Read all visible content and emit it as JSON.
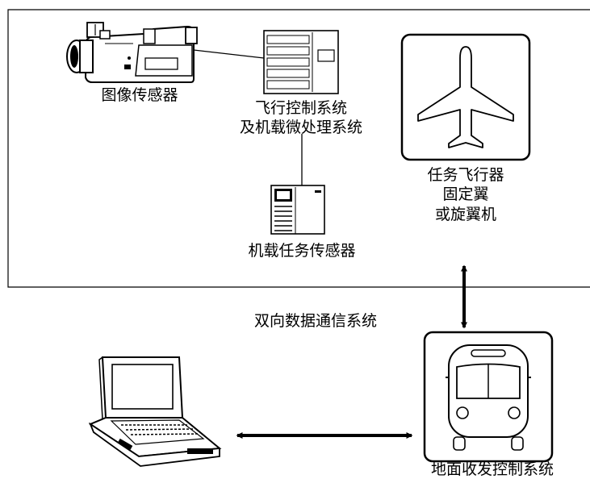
{
  "labels": {
    "image_sensor": "图像传感器",
    "flight_control_line1": "飞行控制系统",
    "flight_control_line2": "及机载微处理系统",
    "onboard_sensor": "机载任务传感器",
    "aircraft_line1": "任务飞行器",
    "aircraft_line2": "固定翼",
    "aircraft_line3": "或旋翼机",
    "datalink": "双向数据通信系统",
    "ground_station": "地面收发控制系统"
  },
  "icons": {
    "camera": "video-camera-icon",
    "controller": "control-unit-icon",
    "tower": "computer-tower-icon",
    "airplane": "airplane-icon",
    "bus": "bus-icon",
    "laptop": "laptop-icon"
  },
  "colors": {
    "ink": "#000000",
    "paper": "#ffffff"
  }
}
